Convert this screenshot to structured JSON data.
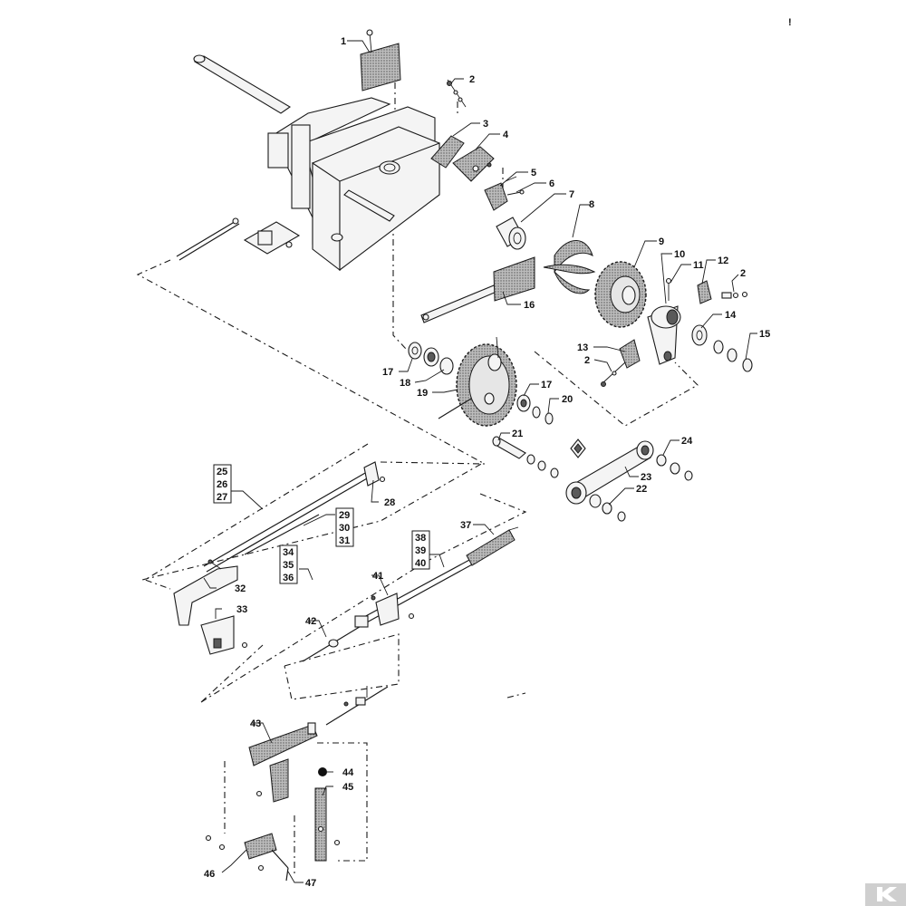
{
  "diagram": {
    "type": "exploded-parts-view",
    "corner_mark": "!",
    "logo": "K",
    "labels": [
      {
        "id": "l1",
        "text": "1"
      },
      {
        "id": "l2a",
        "text": "2"
      },
      {
        "id": "l3",
        "text": "3"
      },
      {
        "id": "l4",
        "text": "4"
      },
      {
        "id": "l5",
        "text": "5"
      },
      {
        "id": "l6",
        "text": "6"
      },
      {
        "id": "l7",
        "text": "7"
      },
      {
        "id": "l8",
        "text": "8"
      },
      {
        "id": "l9",
        "text": "9"
      },
      {
        "id": "l10",
        "text": "10"
      },
      {
        "id": "l11",
        "text": "11"
      },
      {
        "id": "l12",
        "text": "12"
      },
      {
        "id": "l2b",
        "text": "2"
      },
      {
        "id": "l13",
        "text": "13"
      },
      {
        "id": "l2c",
        "text": "2"
      },
      {
        "id": "l14",
        "text": "14"
      },
      {
        "id": "l15",
        "text": "15"
      },
      {
        "id": "l16",
        "text": "16"
      },
      {
        "id": "l17a",
        "text": "17"
      },
      {
        "id": "l18",
        "text": "18"
      },
      {
        "id": "l19",
        "text": "19"
      },
      {
        "id": "l17b",
        "text": "17"
      },
      {
        "id": "l20",
        "text": "20"
      },
      {
        "id": "l21",
        "text": "21"
      },
      {
        "id": "l22",
        "text": "22"
      },
      {
        "id": "l23",
        "text": "23"
      },
      {
        "id": "l24",
        "text": "24"
      },
      {
        "id": "l28",
        "text": "28"
      },
      {
        "id": "l32",
        "text": "32"
      },
      {
        "id": "l33",
        "text": "33"
      },
      {
        "id": "l37",
        "text": "37"
      },
      {
        "id": "l41",
        "text": "41"
      },
      {
        "id": "l42",
        "text": "42"
      },
      {
        "id": "l43",
        "text": "43"
      },
      {
        "id": "l44",
        "text": "44"
      },
      {
        "id": "l45",
        "text": "45"
      },
      {
        "id": "l46",
        "text": "46"
      },
      {
        "id": "l47",
        "text": "47"
      }
    ],
    "label_groups": [
      {
        "id": "g25",
        "lines": [
          "25",
          "26",
          "27"
        ]
      },
      {
        "id": "g29",
        "lines": [
          "29",
          "30",
          "31"
        ]
      },
      {
        "id": "g34",
        "lines": [
          "34",
          "35",
          "36"
        ]
      },
      {
        "id": "g38",
        "lines": [
          "38",
          "39",
          "40"
        ]
      }
    ]
  }
}
